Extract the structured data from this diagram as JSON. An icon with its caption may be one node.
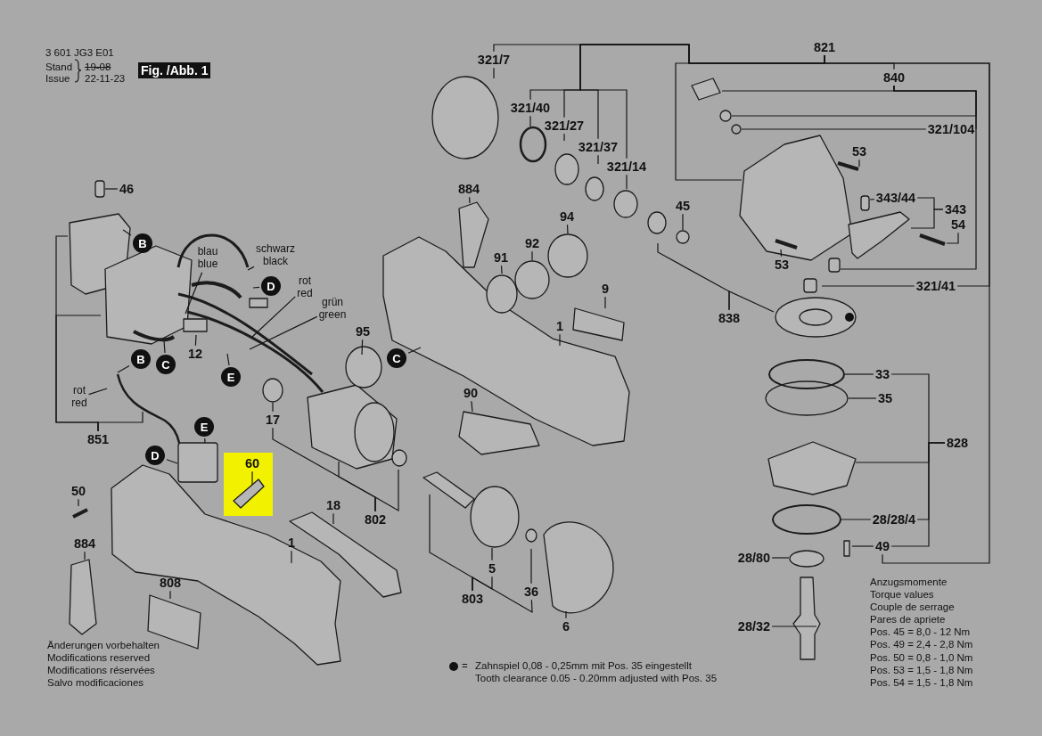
{
  "diagram": {
    "nodes": [
      {
        "text": [
          "46"
        ]
      },
      {
        "text": [
          "B"
        ]
      },
      {
        "text": [
          "blau blue"
        ]
      },
      {
        "text": [
          "schwarz black"
        ]
      },
      {
        "text": [
          "D"
        ]
      },
      {
        "text": [
          "rot red"
        ]
      },
      {
        "text": [
          "grün green"
        ]
      },
      {
        "text": [
          "12"
        ]
      },
      {
        "text": [
          "B"
        ]
      },
      {
        "text": [
          "C"
        ]
      },
      {
        "text": [
          "E"
        ]
      },
      {
        "text": [
          "rot red"
        ]
      },
      {
        "text": [
          "851"
        ]
      },
      {
        "text": [
          "95"
        ]
      },
      {
        "text": [
          "C"
        ]
      },
      {
        "text": [
          "17"
        ]
      },
      {
        "text": [
          "802"
        ]
      },
      {
        "text": [
          "60"
        ]
      },
      {
        "text": [
          "D"
        ]
      },
      {
        "text": [
          "E"
        ]
      },
      {
        "text": [
          "50"
        ]
      },
      {
        "text": [
          "18"
        ]
      },
      {
        "text": [
          "1"
        ]
      },
      {
        "text": [
          "884"
        ]
      },
      {
        "text": [
          "808"
        ]
      },
      {
        "text": [
          "884"
        ]
      },
      {
        "text": [
          "91"
        ]
      },
      {
        "text": [
          "92"
        ]
      },
      {
        "text": [
          "94"
        ]
      },
      {
        "text": [
          "9"
        ]
      },
      {
        "text": [
          "1"
        ]
      },
      {
        "text": [
          "90"
        ]
      },
      {
        "text": [
          "5"
        ]
      },
      {
        "text": [
          "803"
        ]
      },
      {
        "text": [
          "36"
        ]
      },
      {
        "text": [
          "6"
        ]
      },
      {
        "text": [
          "321/7"
        ]
      },
      {
        "text": [
          "321/40"
        ]
      },
      {
        "text": [
          "321/27"
        ]
      },
      {
        "text": [
          "321/37"
        ]
      },
      {
        "text": [
          "321/14"
        ]
      },
      {
        "text": [
          "45"
        ]
      },
      {
        "text": [
          "821"
        ]
      },
      {
        "text": [
          "840"
        ]
      },
      {
        "text": [
          "321/104"
        ]
      },
      {
        "text": [
          "53"
        ]
      },
      {
        "text": [
          "343/44"
        ]
      },
      {
        "text": [
          "343"
        ]
      },
      {
        "text": [
          "54"
        ]
      },
      {
        "text": [
          "53"
        ]
      },
      {
        "text": [
          "838"
        ]
      },
      {
        "text": [
          "321/41"
        ]
      },
      {
        "text": [
          "33"
        ]
      },
      {
        "text": [
          "35"
        ]
      },
      {
        "text": [
          "828"
        ]
      },
      {
        "text": [
          "28/28/4"
        ]
      },
      {
        "text": [
          "49"
        ]
      },
      {
        "text": [
          "28/80"
        ]
      },
      {
        "text": [
          "28/32"
        ]
      }
    ],
    "edges": [
      {
        "from": 0,
        "to": null,
        "arrow": "none"
      },
      {
        "from": 1,
        "to": null,
        "arrow": "none"
      },
      {
        "from": 2,
        "to": null,
        "arrow": "none"
      },
      {
        "from": 3,
        "to": null,
        "arrow": "none"
      },
      {
        "from": 4,
        "to": null,
        "arrow": "none"
      },
      {
        "from": 5,
        "to": null,
        "arrow": "none"
      },
      {
        "from": 6,
        "to": null,
        "arrow": "none"
      },
      {
        "from": 7,
        "to": null,
        "arrow": "none"
      },
      {
        "from": 8,
        "to": null,
        "arrow": "none"
      },
      {
        "from": 9,
        "to": null,
        "arrow": "none"
      },
      {
        "from": 10,
        "to": null,
        "arrow": "none"
      },
      {
        "from": 11,
        "to": null,
        "arrow": "none"
      },
      {
        "from": 12,
        "to": null,
        "arrow": "none"
      },
      {
        "from": 12,
        "to": null,
        "arrow": "none"
      },
      {
        "from": 12,
        "to": null,
        "arrow": "none"
      },
      {
        "from": 13,
        "to": null,
        "arrow": "none"
      },
      {
        "from": 14,
        "to": null,
        "arrow": "none"
      },
      {
        "from": 15,
        "to": null,
        "arrow": "none"
      },
      {
        "from": 16,
        "to": 15,
        "arrow": "none"
      },
      {
        "from": 16,
        "to": null,
        "arrow": "none"
      },
      {
        "from": 16,
        "to": null,
        "arrow": "none"
      },
      {
        "from": 17,
        "to": null,
        "arrow": "none"
      },
      {
        "from": 18,
        "to": null,
        "arrow": "none"
      },
      {
        "from": 19,
        "to": null,
        "arrow": "none"
      },
      {
        "from": 20,
        "to": null,
        "arrow": "none"
      },
      {
        "from": 21,
        "to": null,
        "arrow": "none"
      },
      {
        "from": 22,
        "to": null,
        "arrow": "none"
      },
      {
        "from": 23,
        "to": null,
        "arrow": "none"
      },
      {
        "from": 24,
        "to": null,
        "arrow": "none"
      },
      {
        "from": 25,
        "to": null,
        "arrow": "none"
      },
      {
        "from": 26,
        "to": null,
        "arrow": "none"
      },
      {
        "from": 27,
        "to": null,
        "arrow": "none"
      },
      {
        "from": 28,
        "to": null,
        "arrow": "none"
      },
      {
        "from": 29,
        "to": null,
        "arrow": "none"
      },
      {
        "from": 30,
        "to": null,
        "arrow": "none"
      },
      {
        "from": 31,
        "to": null,
        "arrow": "none"
      },
      {
        "from": 32,
        "to": null,
        "arrow": "none"
      },
      {
        "from": 33,
        "to": null,
        "arrow": "none"
      },
      {
        "from": 33,
        "to": 32,
        "arrow": "none"
      },
      {
        "from": 33,
        "to": 34,
        "arrow": "none"
      },
      {
        "from": 34,
        "to": null,
        "arrow": "none"
      },
      {
        "from": 35,
        "to": null,
        "arrow": "none"
      },
      {
        "from": 36,
        "to": null,
        "arrow": "none"
      },
      {
        "from": 37,
        "to": null,
        "arrow": "none"
      },
      {
        "from": 38,
        "to": null,
        "arrow": "none"
      },
      {
        "from": 39,
        "to": null,
        "arrow": "none"
      },
      {
        "from": 40,
        "to": null,
        "arrow": "none"
      },
      {
        "from": 41,
        "to": null,
        "arrow": "none"
      },
      {
        "from": 42,
        "to": 36,
        "arrow": "none"
      },
      {
        "from": 42,
        "to": 37,
        "arrow": "none"
      },
      {
        "from": 42,
        "to": 38,
        "arrow": "none"
      },
      {
        "from": 42,
        "to": 39,
        "arrow": "none"
      },
      {
        "from": 42,
        "to": 40,
        "arrow": "none"
      },
      {
        "from": 42,
        "to": null,
        "arrow": "none"
      },
      {
        "from": 42,
        "to": 43,
        "arrow": "none"
      },
      {
        "from": 42,
        "to": 51,
        "arrow": "none"
      },
      {
        "from": 42,
        "to": 56,
        "arrow": "none"
      },
      {
        "from": 43,
        "to": null,
        "arrow": "none"
      },
      {
        "from": 43,
        "to": null,
        "arrow": "none"
      },
      {
        "from": 43,
        "to": 44,
        "arrow": "none"
      },
      {
        "from": 43,
        "to": null,
        "arrow": "none"
      },
      {
        "from": 44,
        "to": null,
        "arrow": "none"
      },
      {
        "from": 45,
        "to": null,
        "arrow": "none"
      },
      {
        "from": 46,
        "to": null,
        "arrow": "none"
      },
      {
        "from": 47,
        "to": 46,
        "arrow": "none"
      },
      {
        "from": 47,
        "to": null,
        "arrow": "none"
      },
      {
        "from": 48,
        "to": null,
        "arrow": "none"
      },
      {
        "from": 49,
        "to": null,
        "arrow": "none"
      },
      {
        "from": 50,
        "to": null,
        "arrow": "none"
      },
      {
        "from": 50,
        "to": null,
        "arrow": "none"
      },
      {
        "from": 51,
        "to": null,
        "arrow": "none"
      },
      {
        "from": 52,
        "to": null,
        "arrow": "none"
      },
      {
        "from": 53,
        "to": null,
        "arrow": "none"
      },
      {
        "from": 54,
        "to": 52,
        "arrow": "none"
      },
      {
        "from": 54,
        "to": null,
        "arrow": "none"
      },
      {
        "from": 54,
        "to": 55,
        "arrow": "none"
      },
      {
        "from": 54,
        "to": 56,
        "arrow": "none"
      },
      {
        "from": 55,
        "to": null,
        "arrow": "none"
      },
      {
        "from": 56,
        "to": null,
        "arrow": "none"
      },
      {
        "from": 57,
        "to": null,
        "arrow": "none"
      },
      {
        "from": 58,
        "to": null,
        "arrow": "none"
      }
    ],
    "labels": [
      "3 601 JG3 E01",
      "Stand",
      "Issue",
      "19-08",
      "22-11-23",
      "Fig. /Abb. 1",
      "Änderungen vorbehalten",
      "Modifications reserved",
      "Modifications réservées",
      "Salvo modificaciones",
      "=",
      "Anzugsmomente",
      "Torque values",
      "Couple de serrage",
      "Pares de apriete",
      "Pos. 45 = 8,0 - 12 Nm",
      "Pos. 49 = 2,4 - 2,8 Nm",
      "Pos. 50 = 0,8 - 1,0 Nm",
      "Pos. 53 = 1,5 - 1,8 Nm",
      "Pos. 54 = 1,5 - 1,8 Nm"
    ],
    "legend": [
      {
        "text": "Zahnspiel 0,08 - 0,25mm mit Pos. 35 eingestellt"
      },
      {
        "text": "Tooth clearance 0.05 - 0.20mm adjusted with Pos. 35"
      }
    ]
  }
}
